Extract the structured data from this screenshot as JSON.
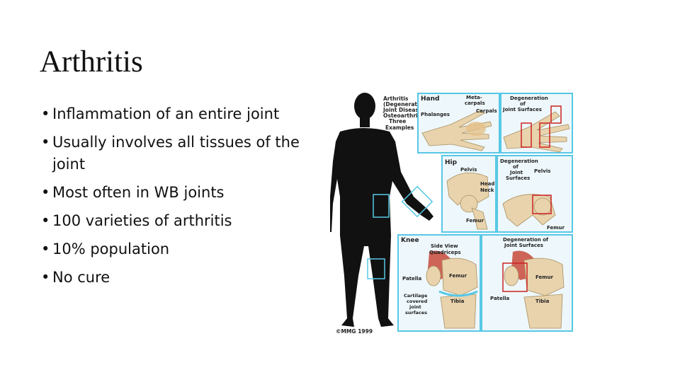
{
  "slide": {
    "title": "Arthritis",
    "bullets": [
      "Inflammation of an entire joint",
      "Usually involves all tissues of the joint",
      "Most often in WB joints",
      "100 varieties of arthritis",
      "10% population",
      "No cure"
    ]
  },
  "figure": {
    "caption_lines": [
      "Arthritis",
      "(Degenerative",
      "Joint Disease/",
      "Osteoarthritis)",
      "Three",
      "Examples"
    ],
    "hand_panel": {
      "title": "Hand",
      "labels": [
        "Phalanges",
        "Meta-",
        "carpals",
        "Carpals"
      ]
    },
    "hand_degen_panel": {
      "title_lines": [
        "Degeneration",
        "of",
        "Joint Surfaces"
      ]
    },
    "hip_panel": {
      "title": "Hip",
      "labels": [
        "Pelvis",
        "Head",
        "Neck",
        "Femur"
      ]
    },
    "hip_degen_panel": {
      "title_lines": [
        "Degeneration",
        "of",
        "Joint",
        "Surfaces"
      ],
      "labels": [
        "Pelvis",
        "Femur"
      ]
    },
    "knee_panel": {
      "title": "Knee",
      "labels": [
        "Side View",
        "Quadriceps",
        "Patella",
        "Femur",
        "Tibia",
        "Cartilage",
        "covered",
        "joint",
        "surfaces"
      ]
    },
    "knee_degen_panel": {
      "title_lines": [
        "Degeneration of",
        "Joint Surfaces"
      ],
      "labels": [
        "Femur",
        "Patella",
        "Tibia"
      ]
    },
    "copyright": "©MMG 1999",
    "colors": {
      "silhouette": "#111111",
      "panel_border": "#57c8e6",
      "panel_bg": "#eef7fb",
      "bone": "#e8d3ad",
      "inflamed": "#d8432f",
      "muscle": "#c84a3a",
      "highlight_box": "#cc2222"
    }
  }
}
